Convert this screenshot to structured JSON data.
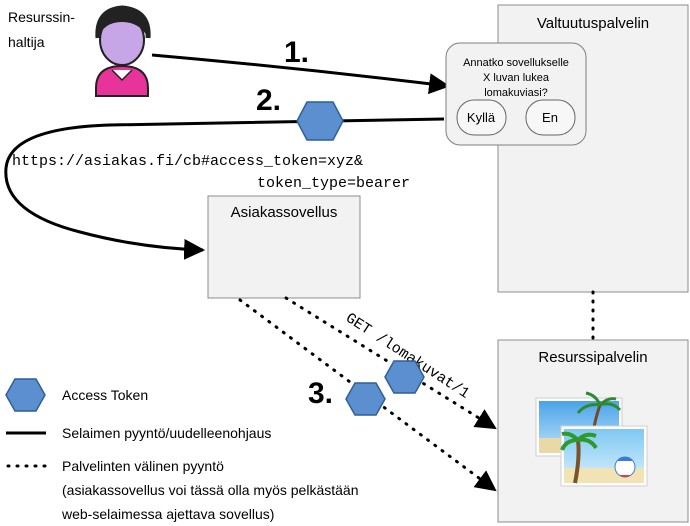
{
  "actors": {
    "resource_owner_line1": "Resurssin-",
    "resource_owner_line2": "haltija"
  },
  "servers": {
    "authorization": "Valtuutuspalvelin",
    "resource": "Resurssipalvelin",
    "client": "Asiakassovellus"
  },
  "consent_dialog": {
    "lines": [
      "Annatko sovellukselle",
      "X luvan lukea",
      "lomakuviasi?"
    ],
    "yes_label": "Kyllä",
    "no_label": "En"
  },
  "steps": {
    "step1": "1.",
    "step2": "2.",
    "step3": "3."
  },
  "redirect_url": {
    "line1": "https://asiakas.fi/cb#access_token=xyz&",
    "line2": "token_type=bearer"
  },
  "api_request": "GET /lomakuvat/1",
  "legend": {
    "token_label": "Access Token",
    "solid_label": "Selaimen pyyntö/uudelleenohjaus",
    "dotted_line1": "Palvelinten välinen pyyntö",
    "dotted_line2": "(asiakassovellus voi tässä olla myös pelkästään",
    "dotted_line3": "web-selaimessa ajettava sovellus)"
  },
  "colors": {
    "token_fill": "#5b8fcf",
    "token_stroke": "#2f5f98",
    "avatar_face": "#c7a6e8",
    "avatar_body": "#e8339a",
    "box_fill": "#f2f2f2",
    "box_stroke": "#8c8c8c"
  },
  "icons": {
    "owner": "person-icon",
    "token": "hexagon-token-icon",
    "photos": "photo-stack-icon"
  }
}
